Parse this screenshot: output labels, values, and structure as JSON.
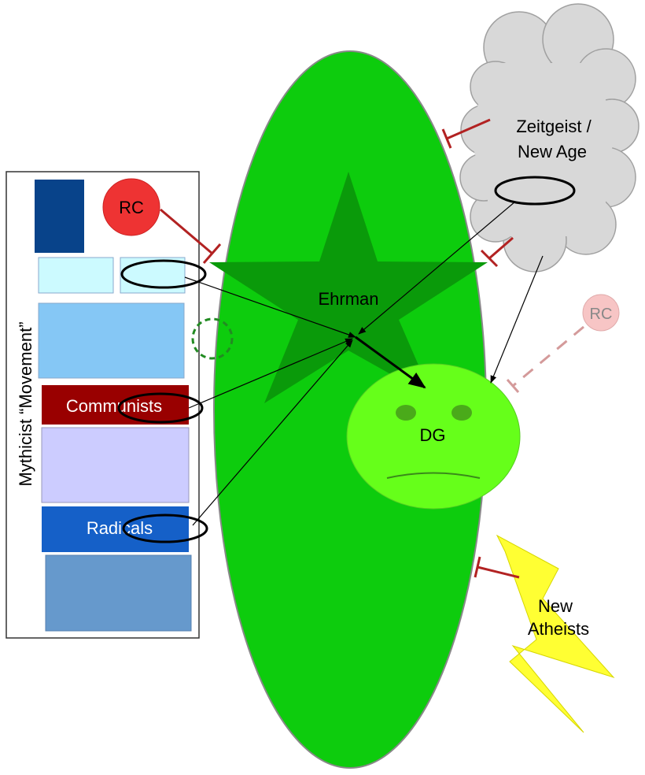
{
  "labels": {
    "rc_left": "RC",
    "rc_right": "RC",
    "zeitgeist_line1": "Zeitgeist /",
    "zeitgeist_line2": "New Age",
    "ehrman": "Ehrman",
    "dg": "DG",
    "communists": "Communists",
    "radicals": "Radicals",
    "mythicist_title": "Mythicist “Movement”",
    "new_atheists_line1": "New",
    "new_atheists_line2": "Atheists"
  },
  "colors": {
    "main_ellipse": "#0dcc0d",
    "star": "#0a9a0a",
    "face": "#66ff1a",
    "inhibit": "#b22222",
    "rc_circle": "#ee3333",
    "cloud": "#d8d8d8",
    "bolt": "#ffff33",
    "communists_box": "#990000",
    "radicals_box": "#1560c8"
  }
}
